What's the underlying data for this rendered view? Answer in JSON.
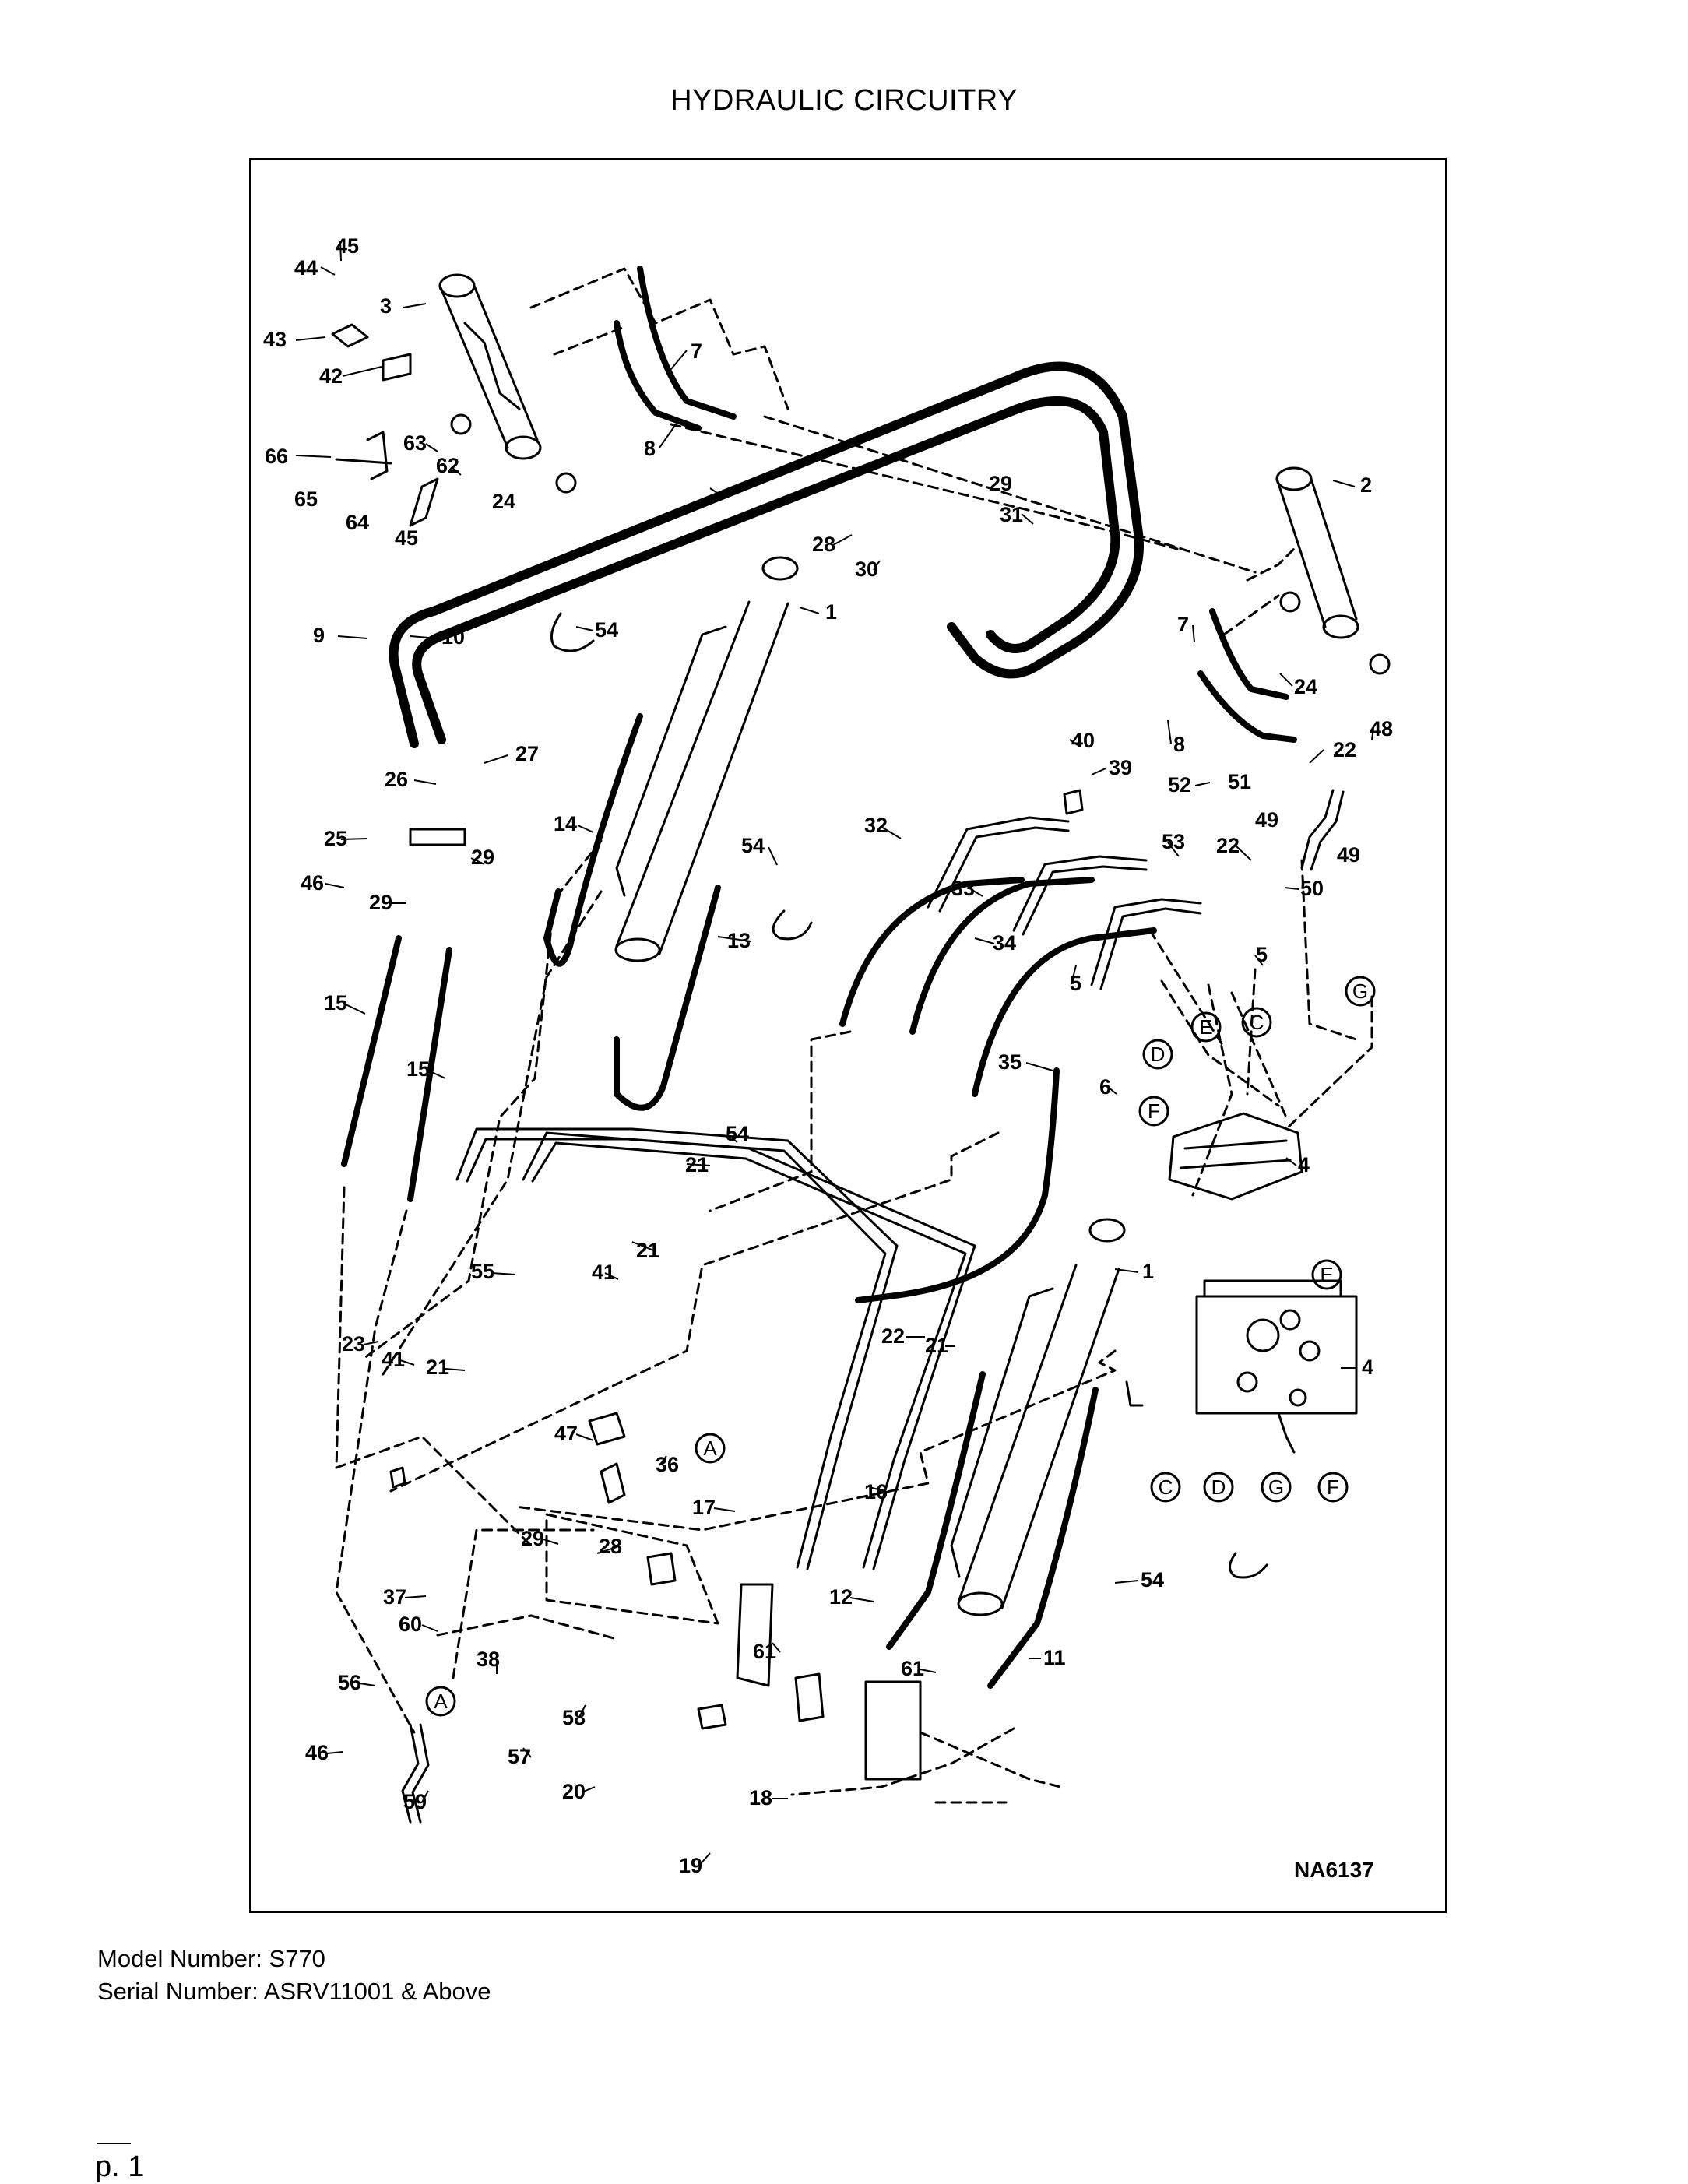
{
  "title": "HYDRAULIC CIRCUITRY",
  "figure_code": "NA6137",
  "model_line": "Model Number: S770",
  "serial_line": "Serial Number: ASRV11001 & Above",
  "page_label": "p. 1",
  "callouts": [
    {
      "n": "45"
    },
    {
      "n": "44"
    },
    {
      "n": "3"
    },
    {
      "n": "43"
    },
    {
      "n": "42"
    },
    {
      "n": "7"
    },
    {
      "n": "8"
    },
    {
      "n": "66"
    },
    {
      "n": "63"
    },
    {
      "n": "62"
    },
    {
      "n": "65"
    },
    {
      "n": "64"
    },
    {
      "n": "45"
    },
    {
      "n": "24"
    },
    {
      "n": "29"
    },
    {
      "n": "31"
    },
    {
      "n": "28"
    },
    {
      "n": "30"
    },
    {
      "n": "2"
    },
    {
      "n": "1"
    },
    {
      "n": "9"
    },
    {
      "n": "10"
    },
    {
      "n": "54"
    },
    {
      "n": "7"
    },
    {
      "n": "24"
    },
    {
      "n": "8"
    },
    {
      "n": "27"
    },
    {
      "n": "26"
    },
    {
      "n": "40"
    },
    {
      "n": "39"
    },
    {
      "n": "22"
    },
    {
      "n": "48"
    },
    {
      "n": "52"
    },
    {
      "n": "51"
    },
    {
      "n": "25"
    },
    {
      "n": "29"
    },
    {
      "n": "14"
    },
    {
      "n": "54"
    },
    {
      "n": "32"
    },
    {
      "n": "53"
    },
    {
      "n": "22"
    },
    {
      "n": "49"
    },
    {
      "n": "49"
    },
    {
      "n": "46"
    },
    {
      "n": "29"
    },
    {
      "n": "33"
    },
    {
      "n": "50"
    },
    {
      "n": "13"
    },
    {
      "n": "34"
    },
    {
      "n": "5"
    },
    {
      "n": "5"
    },
    {
      "n": "15"
    },
    {
      "n": "15"
    },
    {
      "n": "35"
    },
    {
      "n": "6"
    },
    {
      "n": "54"
    },
    {
      "n": "4"
    },
    {
      "n": "21"
    },
    {
      "n": "21"
    },
    {
      "n": "55"
    },
    {
      "n": "41"
    },
    {
      "n": "1"
    },
    {
      "n": "23"
    },
    {
      "n": "41"
    },
    {
      "n": "21"
    },
    {
      "n": "22"
    },
    {
      "n": "21"
    },
    {
      "n": "4"
    },
    {
      "n": "47"
    },
    {
      "n": "36"
    },
    {
      "n": "17"
    },
    {
      "n": "16"
    },
    {
      "n": "29"
    },
    {
      "n": "28"
    },
    {
      "n": "37"
    },
    {
      "n": "60"
    },
    {
      "n": "12"
    },
    {
      "n": "54"
    },
    {
      "n": "38"
    },
    {
      "n": "61"
    },
    {
      "n": "11"
    },
    {
      "n": "61"
    },
    {
      "n": "56"
    },
    {
      "n": "58"
    },
    {
      "n": "46"
    },
    {
      "n": "57"
    },
    {
      "n": "20"
    },
    {
      "n": "18"
    },
    {
      "n": "59"
    },
    {
      "n": "19"
    }
  ],
  "port_letters": [
    {
      "t": "G"
    },
    {
      "t": "E"
    },
    {
      "t": "C"
    },
    {
      "t": "D"
    },
    {
      "t": "F"
    },
    {
      "t": "E"
    },
    {
      "t": "C"
    },
    {
      "t": "D"
    },
    {
      "t": "G"
    },
    {
      "t": "F"
    },
    {
      "t": "A"
    },
    {
      "t": "A"
    }
  ]
}
